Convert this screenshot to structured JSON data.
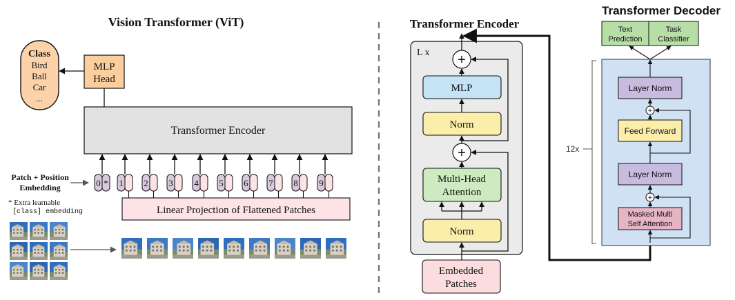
{
  "vit": {
    "title": "Vision Transformer (ViT)",
    "class_box": {
      "title": "Class",
      "items": [
        "Bird",
        "Ball",
        "Car",
        "..."
      ]
    },
    "mlp_head": [
      "MLP",
      "Head"
    ],
    "encoder_label": "Transformer Encoder",
    "patch_pos_label": [
      "Patch + Position",
      "Embedding"
    ],
    "extra_note": [
      "* Extra learnable",
      "[class] embedding"
    ],
    "cls_token": [
      "0",
      "*"
    ],
    "token_numbers": [
      "1",
      "2",
      "3",
      "4",
      "5",
      "6",
      "7",
      "8",
      "9"
    ],
    "linear_projection": "Linear Projection of Flattened Patches"
  },
  "encoder": {
    "title": "Transformer Encoder",
    "repeat": "L x",
    "mlp": "MLP",
    "norm_top": "Norm",
    "mha": [
      "Multi-Head",
      "Attention"
    ],
    "norm_bottom": "Norm",
    "plus": "+",
    "embedded": [
      "Embedded",
      "Patches"
    ]
  },
  "decoder": {
    "title": "Transformer Decoder",
    "heads": [
      [
        "Text",
        "Prediction"
      ],
      [
        "Task",
        "Classifier"
      ]
    ],
    "layer_norm_top": "Layer Norm",
    "feed_forward": "Feed Forward",
    "layer_norm_mid": "Layer Norm",
    "masked_attn": [
      "Masked Multi",
      "Self Attention"
    ],
    "repeat": "12x",
    "plus": "+"
  }
}
